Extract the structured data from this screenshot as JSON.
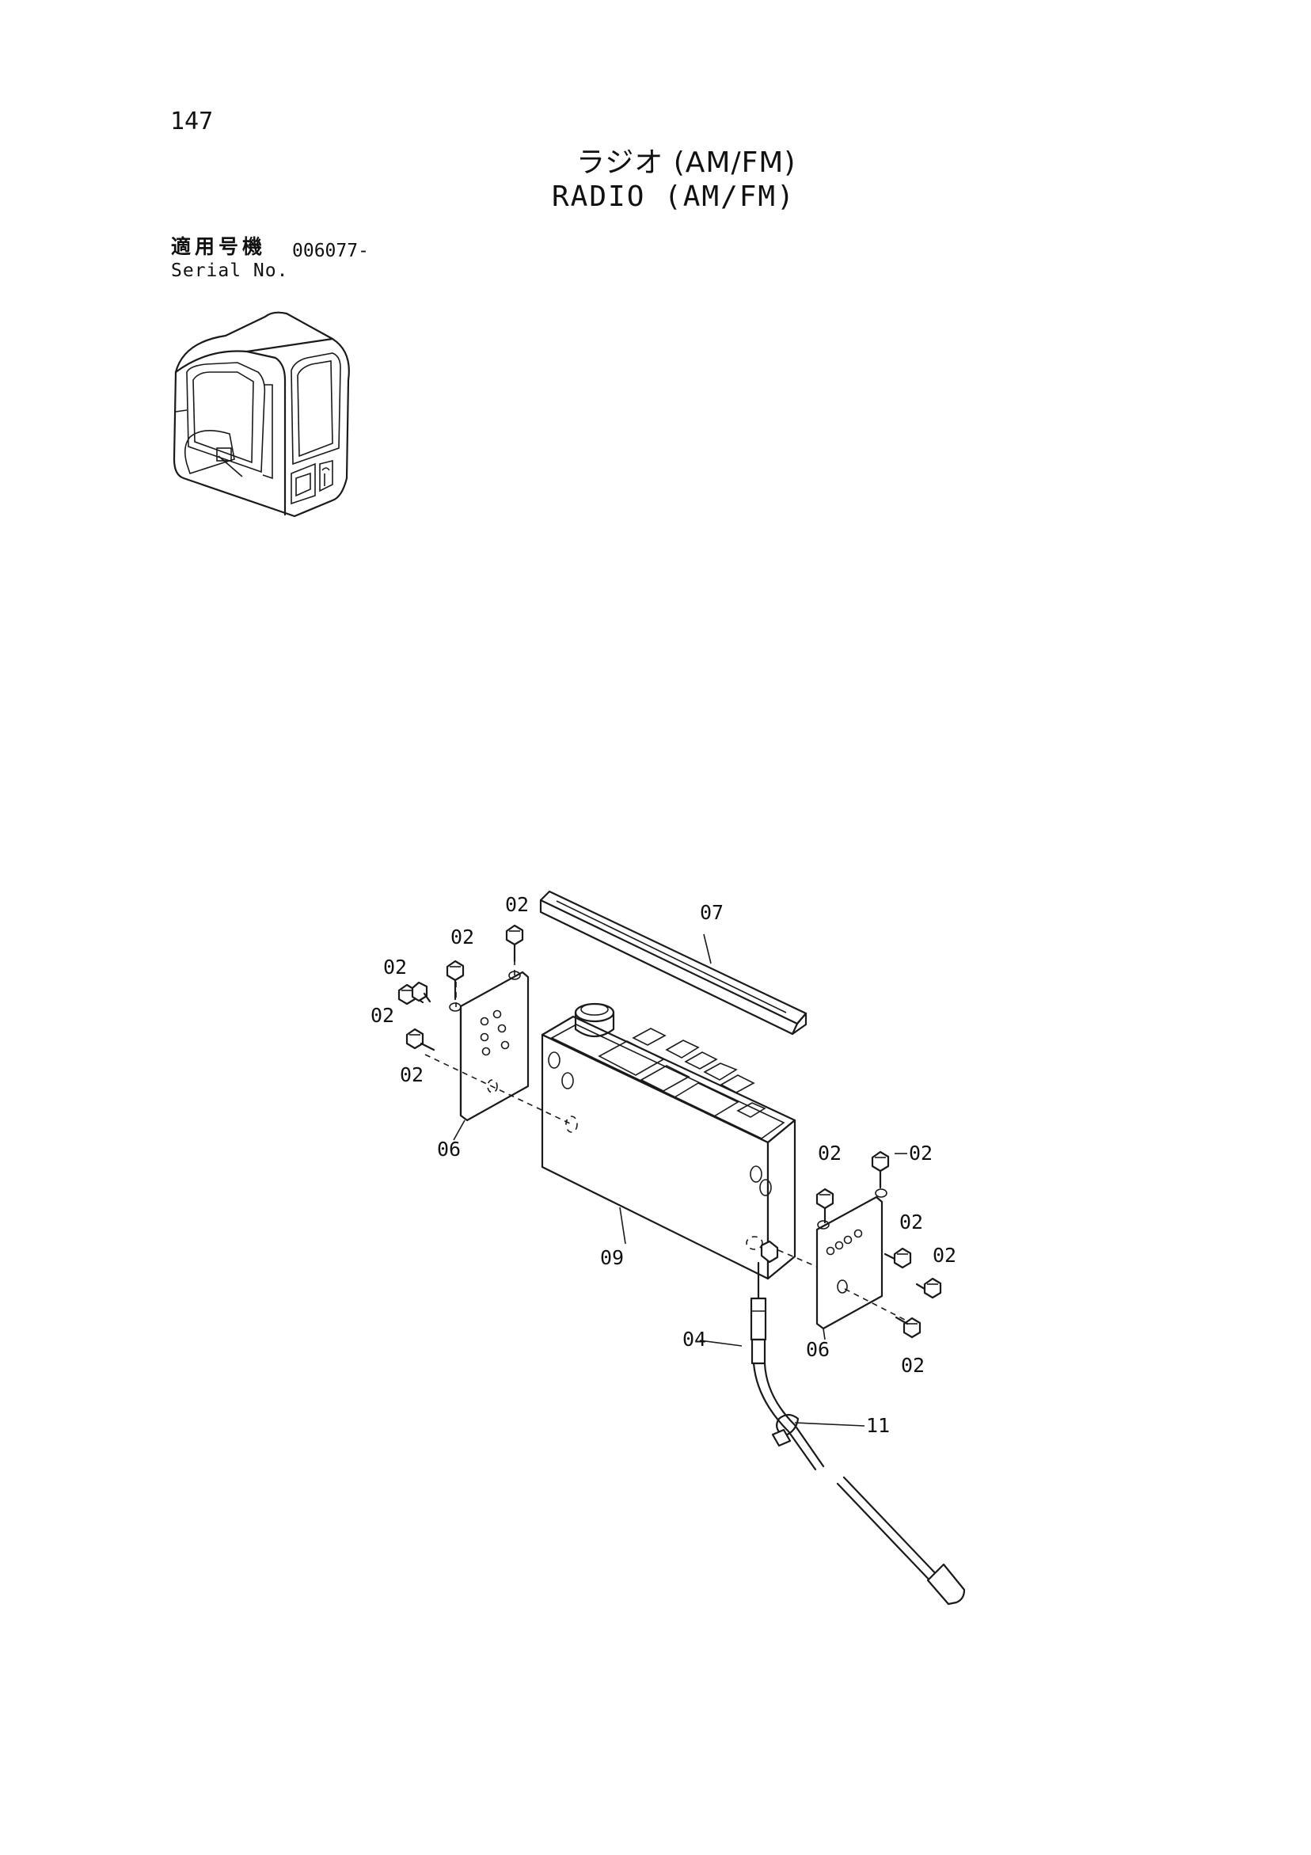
{
  "page_number": "147",
  "title_jp": "ラジオ (AM/FM)",
  "title_en": "RADIO (AM/FM)",
  "serial": {
    "label_jp": "適用号機",
    "label_en": "Serial No.",
    "value": "006077-"
  },
  "callouts": {
    "screw_a": "02",
    "screw_b": "02",
    "screw_c": "02",
    "screw_d": "02",
    "screw_e": "02",
    "screw_f": "02",
    "screw_g": "02",
    "screw_h": "02",
    "screw_i": "02",
    "screw_j": "02",
    "bracket_left": "06",
    "bracket_right": "06",
    "tray": "07",
    "radio": "09",
    "antenna": "04",
    "clamp": "11"
  }
}
